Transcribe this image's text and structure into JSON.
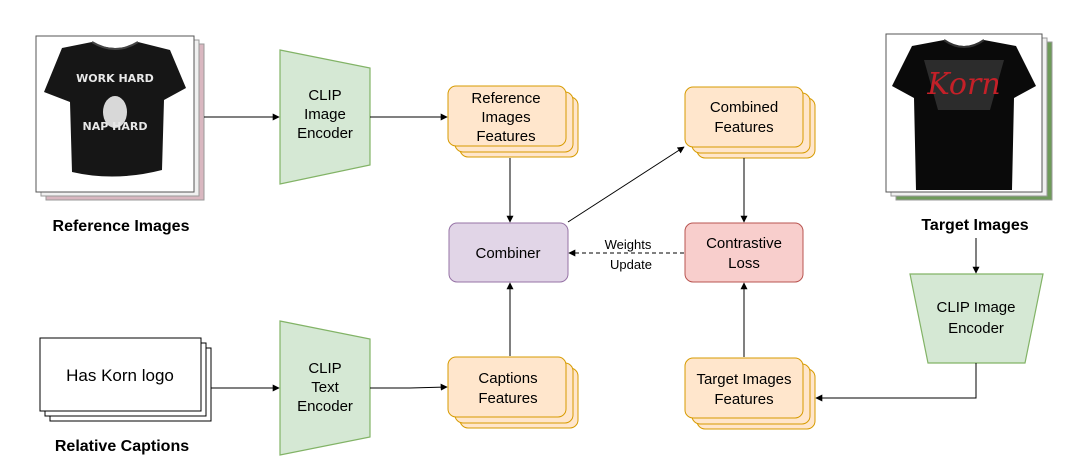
{
  "reference_images": {
    "label": "Reference Images",
    "shirt_lines": [
      "WORK HARD",
      "NAP HARD"
    ]
  },
  "target_images": {
    "label": "Target Images",
    "shirt_logo": "Korn"
  },
  "relative_captions": {
    "label": "Relative Captions",
    "caption": "Has Korn logo"
  },
  "clip_image_encoder": {
    "lines": [
      "CLIP",
      "Image",
      "Encoder"
    ]
  },
  "clip_text_encoder": {
    "lines": [
      "CLIP",
      "Text",
      "Encoder"
    ]
  },
  "clip_image_encoder_target": {
    "lines": [
      "CLIP Image",
      "Encoder"
    ]
  },
  "reference_images_features": {
    "lines": [
      "Reference",
      "Images",
      "Features"
    ]
  },
  "captions_features": {
    "lines": [
      "Captions",
      "Features"
    ]
  },
  "combined_features": {
    "lines": [
      "Combined",
      "Features"
    ]
  },
  "target_images_features": {
    "lines": [
      "Target Images",
      "Features"
    ]
  },
  "combiner": {
    "label": "Combiner"
  },
  "contrastive_loss": {
    "lines": [
      "Contrastive",
      "Loss"
    ]
  },
  "weights_update": {
    "lines": [
      "Weights",
      "Update"
    ]
  },
  "colors": {
    "encoder_fill": "#d5e8d4",
    "encoder_stroke": "#82b366",
    "feature_fill": "#ffe6cc",
    "feature_stroke": "#d79b00",
    "combiner_fill": "#e1d5e7",
    "combiner_stroke": "#9673a6",
    "loss_fill": "#f8cecc",
    "loss_stroke": "#b85450"
  }
}
